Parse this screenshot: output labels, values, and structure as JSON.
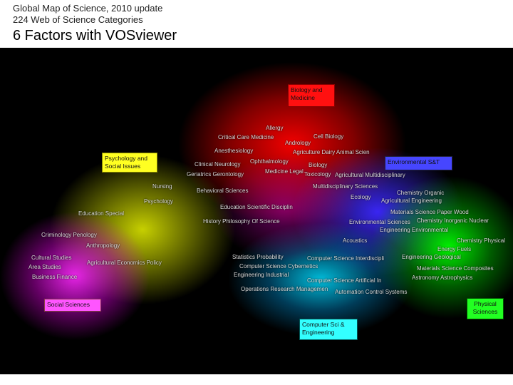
{
  "header": {
    "line1": "Global Map of Science, 2010 update",
    "line2": "224 Web of Science Categories",
    "title": "6 Factors with VOSviewer"
  },
  "factors": [
    {
      "label": "Biology and Medicine",
      "color": "#ff0000"
    },
    {
      "label": "Psychology and Social Issues",
      "color": "#ffff00"
    },
    {
      "label": "Environmental S&T",
      "color": "#3333ff"
    },
    {
      "label": "Social Sciences",
      "color": "#ff33ff"
    },
    {
      "label": "Physical Sciences",
      "color": "#00ff00"
    },
    {
      "label": "Computer Sci & Engineering",
      "color": "#00ffff"
    }
  ],
  "categories": [
    "Allergy",
    "Critical Care Medicine",
    "Cell Biology",
    "Andrology",
    "Anesthesiology",
    "Agriculture Dairy Animal Scien",
    "Clinical Neurology",
    "Ophthalmology",
    "Geriatrics Gerontology",
    "Medicine Legal",
    "Biology",
    "Toxicology",
    "Agricultural Multidisciplinary",
    "Nursing",
    "Behavioral Sciences",
    "Multidisciplinary Sciences",
    "Ecology",
    "Chemistry Organic",
    "Agricultural Engineering",
    "Psychology",
    "Education Scientific Disciplin",
    "Education Special",
    "Materials Science Paper Wood",
    "Criminology Penology",
    "History Philosophy Of Science",
    "Environmental Sciences",
    "Chemistry Inorganic Nuclear",
    "Engineering Environmental",
    "Anthropology",
    "Acoustics",
    "Chemistry Physical",
    "Energy Fuels",
    "Cultural Studies",
    "Statistics Probability",
    "Computer Science Interdiscipli",
    "Engineering Geological",
    "Agricultural Economics Policy",
    "Area Studies",
    "Computer Science Cybernetics",
    "Materials Science Composites",
    "Business Finance",
    "Engineering Industrial",
    "Astronomy Astrophysics",
    "Computer Science Artificial In",
    "Operations Research Managemen",
    "Automation Control Systems"
  ]
}
